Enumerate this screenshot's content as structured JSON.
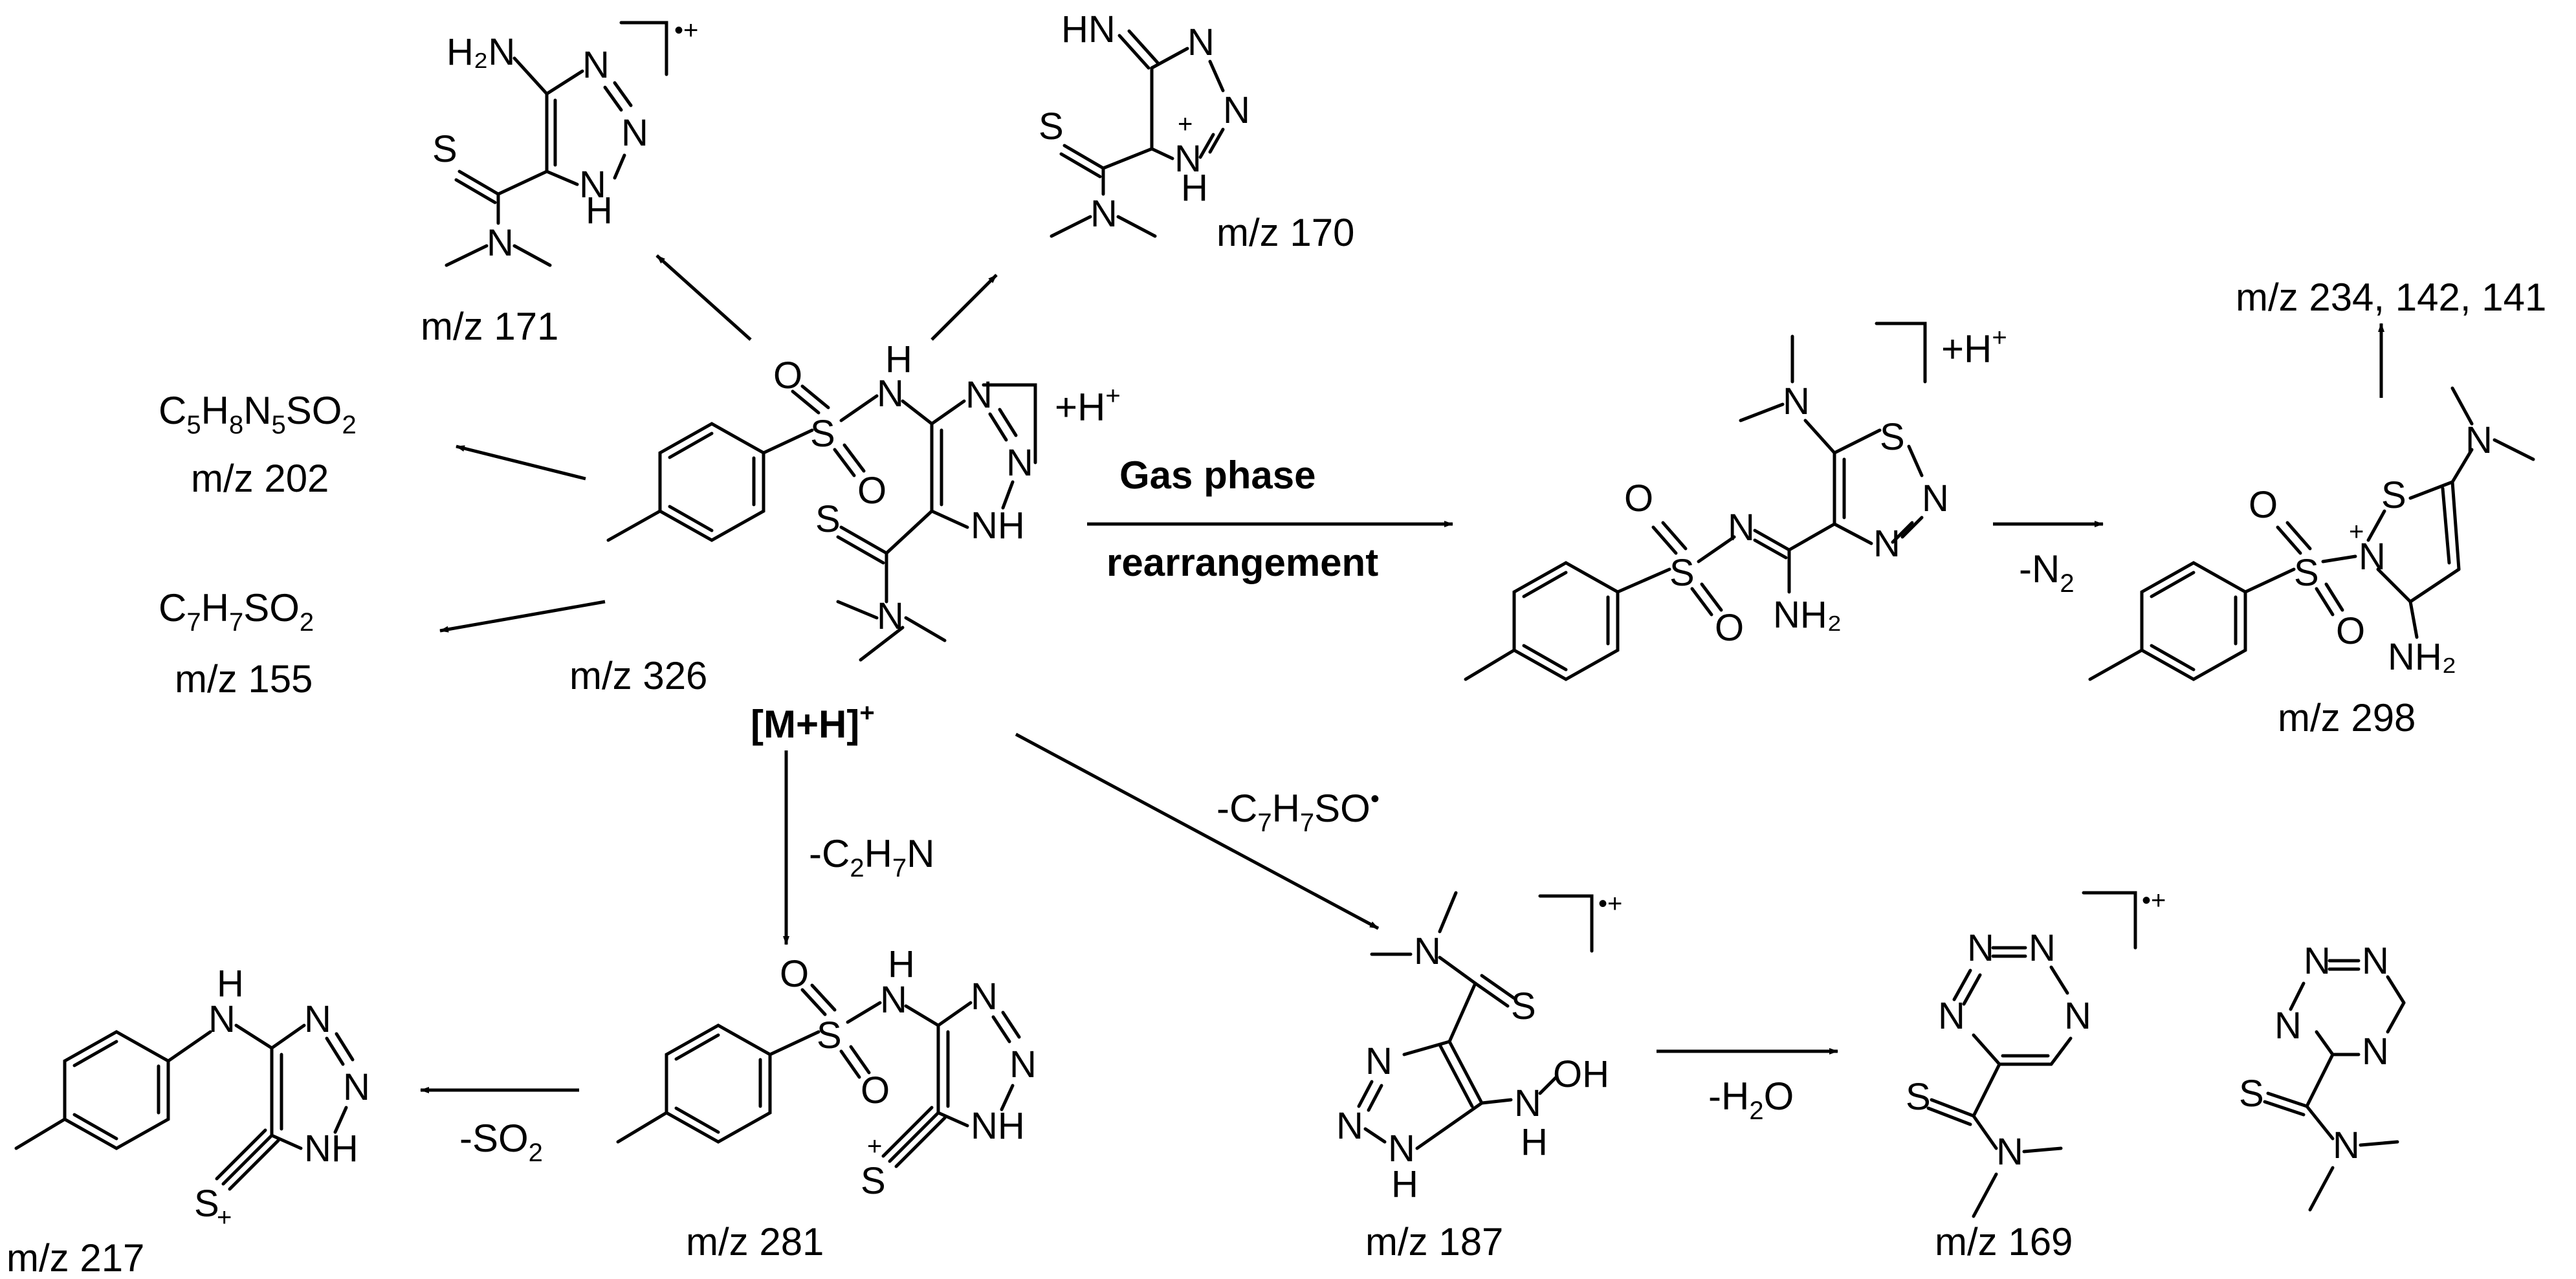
{
  "precursor": {
    "mz": "m/z 326",
    "ion": "[M+H]",
    "ion_charge": "+",
    "adduct": "+H",
    "adduct_charge": "+"
  },
  "rearrangement": {
    "line1": "Gas phase",
    "line2": "rearrangement"
  },
  "fragments": {
    "f171": {
      "mz": "m/z 171",
      "charge": "•+"
    },
    "f170": {
      "mz": "m/z 170"
    },
    "f202": {
      "formula": [
        "C",
        "5",
        "H",
        "8",
        "N",
        "5",
        "SO",
        "2"
      ],
      "mz": "m/z 202"
    },
    "f155": {
      "formula": [
        "C",
        "7",
        "H",
        "7",
        "SO",
        "2"
      ],
      "mz": "m/z 155"
    },
    "thiadiazole": {
      "adduct": "+H",
      "adduct_charge": "+"
    },
    "f298": {
      "mz": "m/z 298",
      "loss": [
        "-N",
        "2"
      ]
    },
    "f234": {
      "mz": "m/z 234, 142, 141"
    },
    "f281": {
      "mz": "m/z 281",
      "loss": [
        "-C",
        "2",
        "H",
        "7",
        "N"
      ]
    },
    "f217": {
      "mz": "m/z 217",
      "loss": [
        "-SO",
        "2"
      ]
    },
    "f187": {
      "mz": "m/z 187",
      "loss": [
        "-C",
        "7",
        "H",
        "7",
        "SO"
      ],
      "loss_radical": "•",
      "charge": "•+"
    },
    "f169": {
      "mz": "m/z 169",
      "loss": [
        "-H",
        "2",
        "O"
      ],
      "charge": "•+"
    }
  },
  "atoms": {
    "H2N": "H₂N",
    "NH2": "NH₂",
    "HN": "HN",
    "NH": "NH",
    "H": "H",
    "N": "N",
    "S": "S",
    "O": "O",
    "OH": "OH",
    "Nplus": "+",
    "Splus": "+",
    "dot_plus": "•+"
  }
}
